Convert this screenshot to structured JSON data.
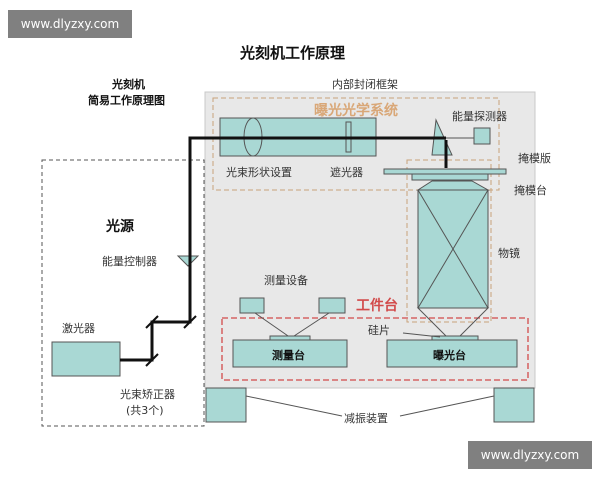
{
  "watermark_top": "www.dlyzxy.com",
  "watermark_bottom": "www.dlyzxy.com",
  "title": "光刻机工作原理",
  "subtitle_line1": "光刻机",
  "subtitle_line2": "简易工作原理图",
  "labels": {
    "inner_frame": "内部封闭框架",
    "exposure_optics": "曝光光学系统",
    "energy_detector": "能量探测器",
    "mask": "掩模版",
    "mask_stage": "掩模台",
    "beam_shaper": "光束形状设置",
    "shutter": "遮光器",
    "light_source": "光源",
    "energy_controller": "能量控制器",
    "objective": "物镜",
    "measure_device": "测量设备",
    "workpiece_stage": "工件台",
    "wafer": "硅片",
    "laser": "激光器",
    "measure_stage": "测量台",
    "exposure_stage": "曝光台",
    "beam_corrector": "光束矫正器",
    "beam_corrector_count": "(共3个)",
    "damping": "减振装置"
  },
  "colors": {
    "box_fill": "#a9d8d4",
    "frame_fill": "#e8e8e8",
    "dash_tan": "#c9a27a",
    "dash_red": "#d24a4a",
    "beam": "#111111"
  }
}
